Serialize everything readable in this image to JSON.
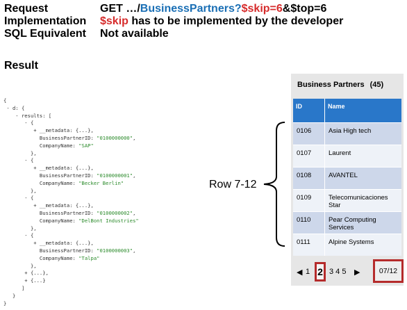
{
  "header": {
    "request_label": "Request",
    "request_prefix": "GET …/",
    "request_entity": "BusinessPartners",
    "request_qmark": "?",
    "request_skip": "$skip=6",
    "request_top": "&$top=6",
    "impl_label": "Implementation",
    "impl_skip": "$skip",
    "impl_rest": " has to be implemented by the developer",
    "sql_label": "SQL Equivalent",
    "sql_value": "Not available"
  },
  "result_label": "Result",
  "json_lines": [
    {
      "text": "{"
    },
    {
      "text": " - d: {"
    },
    {
      "text": "    - results: ["
    },
    {
      "text": "       - {"
    },
    {
      "text": "          + __metadata: {...},"
    },
    {
      "text": "            BusinessPartnerID: ",
      "str": "\"0100000000\"",
      "tail": ","
    },
    {
      "text": "            CompanyName: ",
      "str": "\"SAP\""
    },
    {
      "text": "         },"
    },
    {
      "text": "       - {"
    },
    {
      "text": "          + __metadata: {...},"
    },
    {
      "text": "            BusinessPartnerID: ",
      "str": "\"0100000001\"",
      "tail": ","
    },
    {
      "text": "            CompanyName: ",
      "str": "\"Becker Berlin\""
    },
    {
      "text": "         },"
    },
    {
      "text": "       - {"
    },
    {
      "text": "          + __metadata: {...},"
    },
    {
      "text": "            BusinessPartnerID: ",
      "str": "\"0100000002\"",
      "tail": ","
    },
    {
      "text": "            CompanyName: ",
      "str": "\"DelBont Industries\""
    },
    {
      "text": "         },"
    },
    {
      "text": "       - {"
    },
    {
      "text": "          + __metadata: {...},"
    },
    {
      "text": "            BusinessPartnerID: ",
      "str": "\"0100000003\"",
      "tail": ","
    },
    {
      "text": "            CompanyName: ",
      "str": "\"Talpa\""
    },
    {
      "text": "         },"
    },
    {
      "text": "       + {...},"
    },
    {
      "text": "       + {...}"
    },
    {
      "text": "      ]"
    },
    {
      "text": "   }"
    },
    {
      "text": "}"
    }
  ],
  "annotation": {
    "row_label": "Row 7-12"
  },
  "panel": {
    "title": "Business Partners",
    "count": "(45)",
    "columns": {
      "id": "ID",
      "name": "Name"
    },
    "rows": [
      {
        "id": "0106",
        "name": "Asia High tech"
      },
      {
        "id": "0107",
        "name": "Laurent"
      },
      {
        "id": "0108",
        "name": "AVANTEL"
      },
      {
        "id": "0109",
        "name": "Telecomunicaciones Star"
      },
      {
        "id": "0110",
        "name": "Pear Computing Services"
      },
      {
        "id": "0111",
        "name": "Alpine Systems"
      }
    ],
    "pager": {
      "prev_icon": "◀",
      "prev_page": "1",
      "current_page": "2",
      "next_pages": "3 4 5",
      "next_icon": "▶",
      "range": "07/12"
    }
  },
  "colors": {
    "accent_blue": "#1a6fb5",
    "highlight_red": "#d62b2b",
    "grid_header": "#2977c9",
    "callout_border": "#b52b2b"
  }
}
